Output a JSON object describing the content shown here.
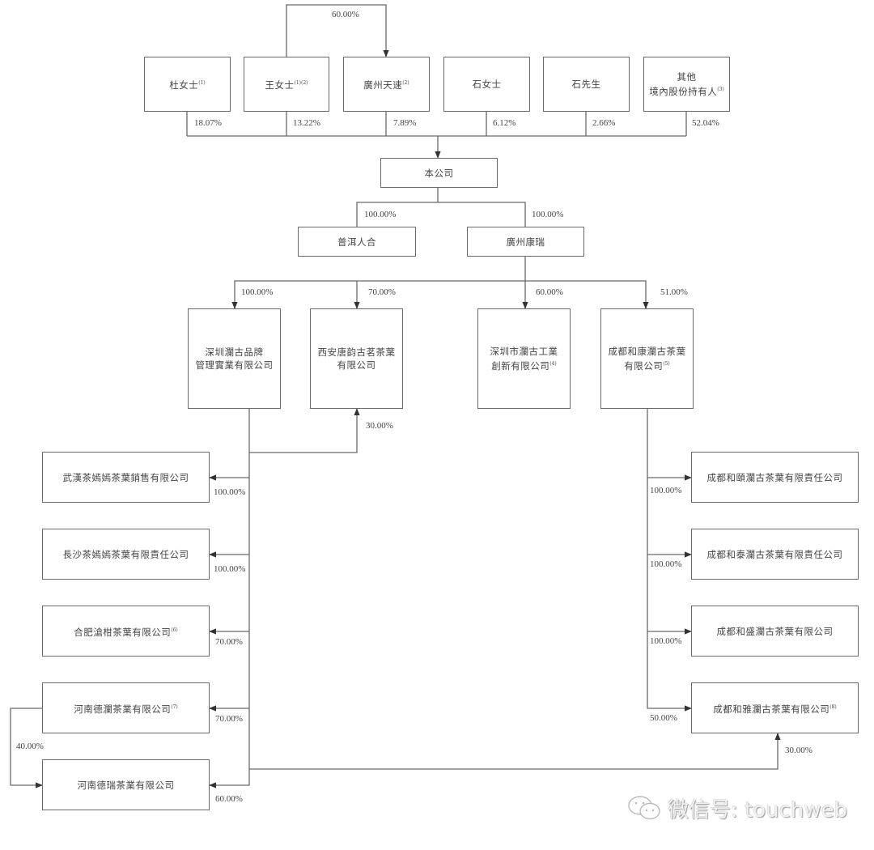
{
  "diagram": {
    "type": "shareholding-structure",
    "line_color": "#6a6a6a",
    "nodes": [
      {
        "id": "du",
        "label": "杜女士",
        "note": "(1)"
      },
      {
        "id": "wang",
        "label": "王女士",
        "note": "(1)(2)"
      },
      {
        "id": "gztiansu",
        "label": "廣州天速",
        "note": "(2)"
      },
      {
        "id": "shinv",
        "label": "石女士",
        "note": ""
      },
      {
        "id": "shixian",
        "label": "石先生",
        "note": ""
      },
      {
        "id": "others",
        "label": "其他\n境內股份持有人",
        "note": "(3)"
      },
      {
        "id": "company",
        "label": "本公司",
        "note": ""
      },
      {
        "id": "puer",
        "label": "普洱人合",
        "note": ""
      },
      {
        "id": "gzkangrui",
        "label": "廣州康瑞",
        "note": ""
      },
      {
        "id": "szbrand",
        "label": "深圳瀾古品牌\n管理實業有限公司",
        "note": ""
      },
      {
        "id": "xian",
        "label": "西安唐韵古茗茶葉\n有限公司",
        "note": ""
      },
      {
        "id": "szindustry",
        "label": "深圳市瀾古工業\n創新有限公司",
        "note": "(4)"
      },
      {
        "id": "cdhk",
        "label": "成都和康瀾古茶葉\n有限公司",
        "note": "(5)"
      },
      {
        "id": "wuhan",
        "label": "武漢茶嫣嫣茶葉銷售有限公司",
        "note": ""
      },
      {
        "id": "changsha",
        "label": "長沙茶嫣嫣茶葉有限責任公司",
        "note": ""
      },
      {
        "id": "hefei",
        "label": "合肥滄柑茶葉有限公司",
        "note": "(6)"
      },
      {
        "id": "hndelan",
        "label": "河南德瀾茶業有限公司",
        "note": "(7)"
      },
      {
        "id": "hnderui",
        "label": "河南德瑞茶業有限公司",
        "note": ""
      },
      {
        "id": "cdhy",
        "label": "成都和頤瀾古茶葉有限責任公司",
        "note": ""
      },
      {
        "id": "cdht",
        "label": "成都和泰瀾古茶葉有限責任公司",
        "note": ""
      },
      {
        "id": "cdhs",
        "label": "成都和盛瀾古茶葉有限公司",
        "note": ""
      },
      {
        "id": "cdhya",
        "label": "成都和雅瀾古茶葉有限公司",
        "note": "(8)"
      }
    ],
    "edges": [
      {
        "from": "wang",
        "to": "gztiansu",
        "pct": "60.00%"
      },
      {
        "from": "du",
        "to": "company",
        "pct": "18.07%"
      },
      {
        "from": "wang",
        "to": "company",
        "pct": "13.22%"
      },
      {
        "from": "gztiansu",
        "to": "company",
        "pct": "7.89%"
      },
      {
        "from": "shinv",
        "to": "company",
        "pct": "6.12%"
      },
      {
        "from": "shixian",
        "to": "company",
        "pct": "2.66%"
      },
      {
        "from": "others",
        "to": "company",
        "pct": "52.04%"
      },
      {
        "from": "company",
        "to": "puer",
        "pct": "100.00%"
      },
      {
        "from": "company",
        "to": "gzkangrui",
        "pct": "100.00%"
      },
      {
        "from": "gzkangrui",
        "to": "szbrand",
        "pct": "100.00%"
      },
      {
        "from": "gzkangrui",
        "to": "xian",
        "pct": "70.00%"
      },
      {
        "from": "gzkangrui",
        "to": "szindustry",
        "pct": "60.00%"
      },
      {
        "from": "gzkangrui",
        "to": "cdhk",
        "pct": "51.00%"
      },
      {
        "from": "szbrand",
        "to": "xian",
        "pct": "30.00%"
      },
      {
        "from": "szbrand",
        "to": "wuhan",
        "pct": "100.00%"
      },
      {
        "from": "szbrand",
        "to": "changsha",
        "pct": "100.00%"
      },
      {
        "from": "szbrand",
        "to": "hefei",
        "pct": "70.00%"
      },
      {
        "from": "szbrand",
        "to": "hndelan",
        "pct": "70.00%"
      },
      {
        "from": "szbrand",
        "to": "hnderui",
        "pct": "60.00%"
      },
      {
        "from": "hndelan",
        "to": "hnderui",
        "pct": "40.00%"
      },
      {
        "from": "szbrand",
        "to": "cdhya",
        "pct": "30.00%"
      },
      {
        "from": "cdhk",
        "to": "cdhy",
        "pct": "100.00%"
      },
      {
        "from": "cdhk",
        "to": "cdht",
        "pct": "100.00%"
      },
      {
        "from": "cdhk",
        "to": "cdhs",
        "pct": "100.00%"
      },
      {
        "from": "cdhk",
        "to": "cdhya",
        "pct": "50.00%"
      }
    ]
  },
  "watermark": {
    "text": "微信号: touchweb",
    "icon": "wechat-icon"
  }
}
